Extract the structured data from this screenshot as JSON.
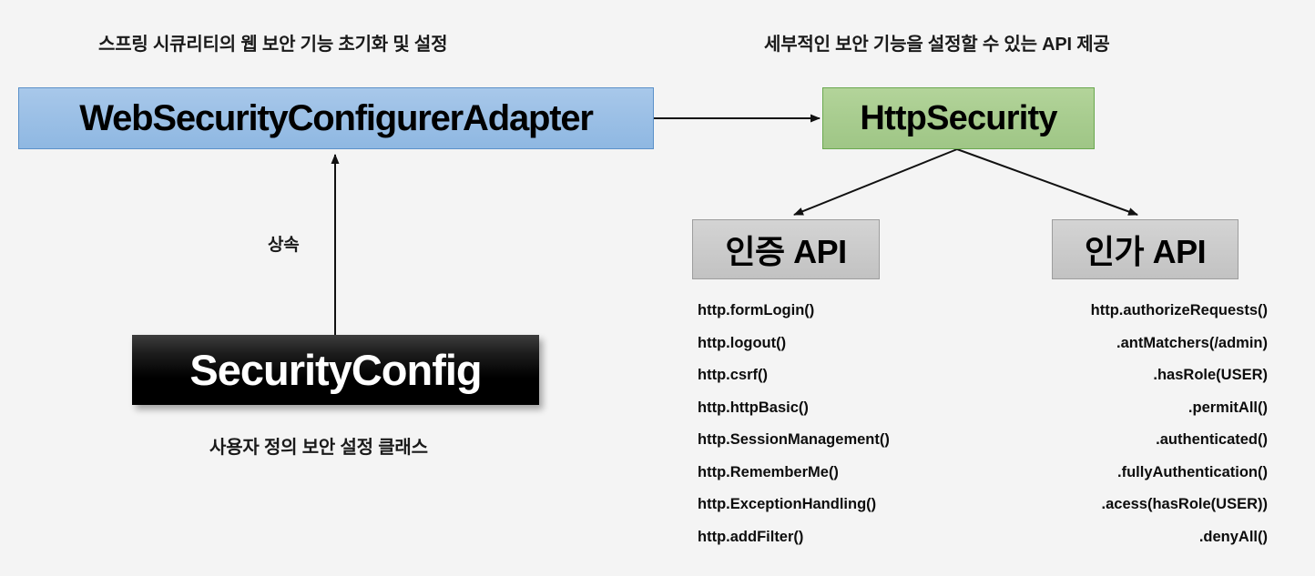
{
  "diagram": {
    "title_note_left": "스프링 시큐리티의 웹 보안 기능 초기화 및 설정",
    "title_note_right": "세부적인 보안 기능을 설정할 수 있는 API 제공",
    "bottom_note": "사용자 정의 보안 설정 클래스",
    "inherit_label": "상속",
    "background_color": "#f4f4f4"
  },
  "nodes": {
    "web_security_configurer_adapter": {
      "label": "WebSecurityConfigurerAdapter",
      "fill_color": "#9cc0e6",
      "border_color": "#5b91c9",
      "text_color": "#000000"
    },
    "http_security": {
      "label": "HttpSecurity",
      "fill_color": "#a9cd90",
      "border_color": "#6aa84f",
      "text_color": "#000000"
    },
    "authentication_api": {
      "label": "인증 API",
      "fill_color": "#cbcbcb",
      "border_color": "#9d9d9d",
      "text_color": "#000000"
    },
    "authorization_api": {
      "label": "인가 API",
      "fill_color": "#cbcbcb",
      "border_color": "#9d9d9d",
      "text_color": "#000000"
    },
    "security_config": {
      "label": "SecurityConfig",
      "fill_color": "#000000",
      "text_color": "#ffffff"
    }
  },
  "authentication_methods": [
    "http.formLogin()",
    "http.logout()",
    "http.csrf()",
    "http.httpBasic()",
    "http.SessionManagement()",
    "http.RememberMe()",
    "http.ExceptionHandling()",
    "http.addFilter()"
  ],
  "authorization_methods": [
    "http.authorizeRequests()",
    ".antMatchers(/admin)",
    ".hasRole(USER)",
    ".permitAll()",
    ".authenticated()",
    ".fullyAuthentication()",
    ".acess(hasRole(USER))",
    ".denyAll()"
  ],
  "edges": [
    {
      "from": "WebSecurityConfigurerAdapter",
      "to": "HttpSecurity",
      "style": "arrow"
    },
    {
      "from": "SecurityConfig",
      "to": "WebSecurityConfigurerAdapter",
      "style": "arrow",
      "label": "상속"
    },
    {
      "from": "HttpSecurity",
      "to": "인증 API",
      "style": "arrow"
    },
    {
      "from": "HttpSecurity",
      "to": "인가 API",
      "style": "arrow"
    }
  ]
}
